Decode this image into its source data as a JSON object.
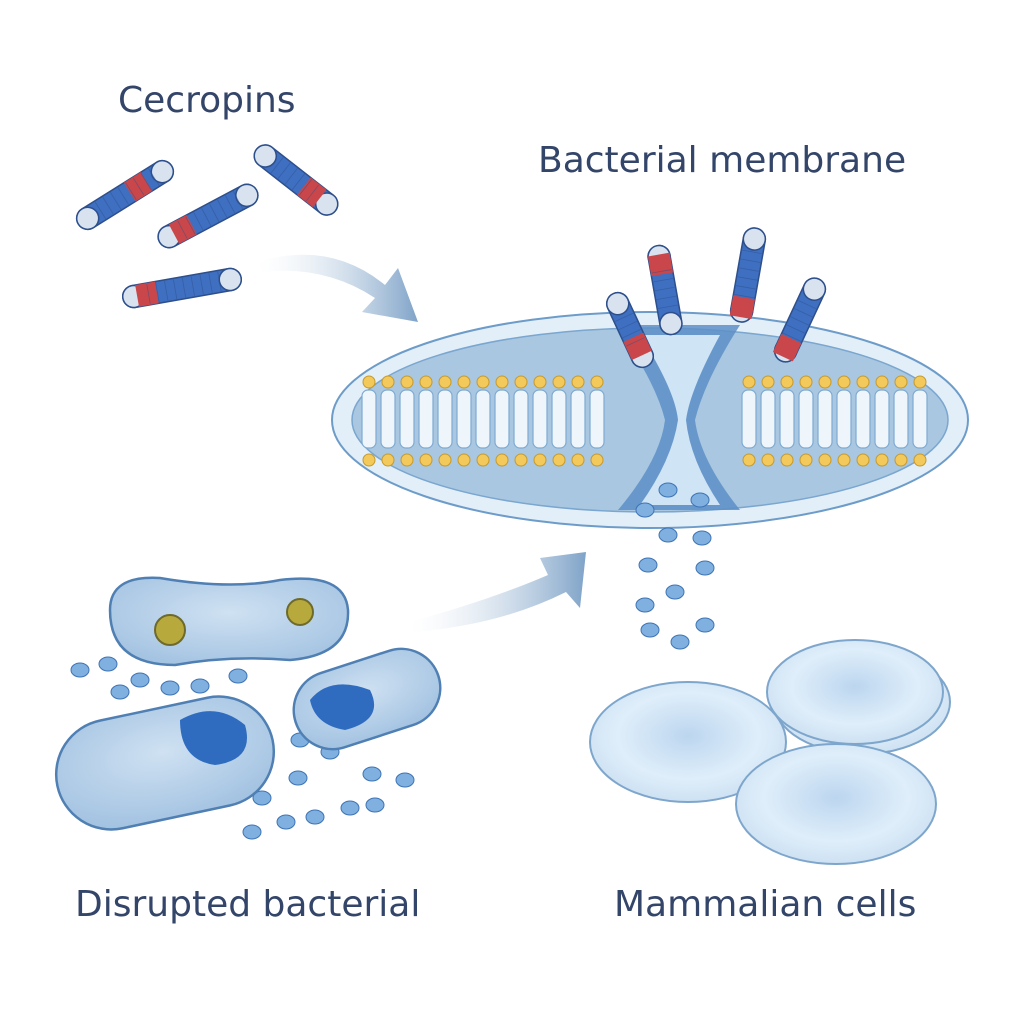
{
  "labels": {
    "cecropins": "Cecropins",
    "membrane": "Bacterial membrane",
    "disrupted": "Disrupted bacterial",
    "mammalian": "Mammalian cells"
  },
  "colors": {
    "text": "#34456a",
    "peptide_blue": "#3f6fc0",
    "peptide_red": "#c9474a",
    "membrane": "#bcd9f0",
    "lipid_head": "#f2c95a",
    "cell": "#d6e7f5",
    "arrow": "#9ab8d4"
  }
}
